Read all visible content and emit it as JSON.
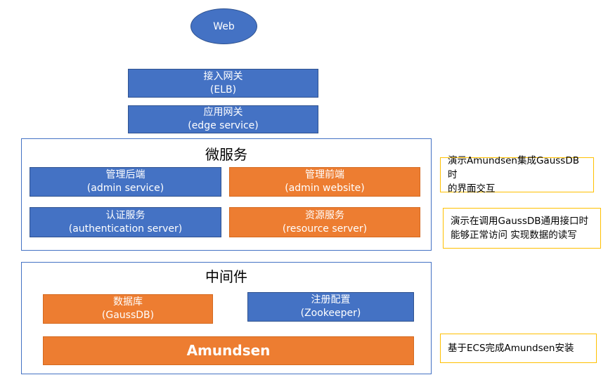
{
  "web": "Web",
  "elb": {
    "title": "接入网关",
    "sub": "(ELB)"
  },
  "edge": {
    "title": "应用网关",
    "sub": "(edge service)"
  },
  "microservices": {
    "title": "微服务",
    "admin_service": {
      "title": "管理后端",
      "sub": "(admin service)"
    },
    "admin_website": {
      "title": "管理前端",
      "sub": "(admin website)"
    },
    "auth_server": {
      "title": "认证服务",
      "sub": "(authentication server)"
    },
    "resource_server": {
      "title": "资源服务",
      "sub": "(resource server)"
    }
  },
  "middleware": {
    "title": "中间件",
    "database": {
      "title": "数据库",
      "sub": "(GaussDB)"
    },
    "registry": {
      "title": "注册配置",
      "sub": "(Zookeeper)"
    },
    "amundsen": "Amundsen"
  },
  "notes": {
    "note1_line1": "演示Amundsen集成GaussDB时",
    "note1_line2": "的界面交互",
    "note2_line1": "演示在调用GaussDB通用接口时",
    "note2_line2": "能够正常访问 实现数据的读写",
    "note3": "基于ECS完成Amundsen安装"
  },
  "colors": {
    "blue": "#4472c4",
    "orange": "#ed7d31",
    "note_border": "#ffc000"
  }
}
